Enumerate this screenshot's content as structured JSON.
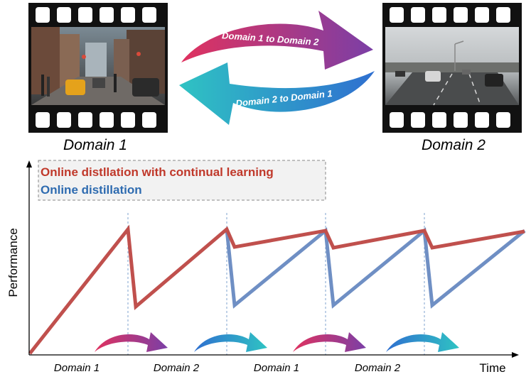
{
  "top": {
    "domain1_caption": "Domain 1",
    "domain2_caption": "Domain 2",
    "arrow_forward_label": "Domain 1 to Domain 2",
    "arrow_backward_label": "Domain 2 to Domain 1"
  },
  "chart": {
    "legend": {
      "continual_label": "Online distllation with continual learning",
      "online_label": "Online distillation"
    },
    "y_axis_label": "Performance",
    "x_axis_label": "Time",
    "segments": [
      "Domain 1",
      "Domain 2",
      "Domain 1",
      "Domain 2"
    ]
  },
  "colors": {
    "continual": "#c0504d",
    "online": "#6f8fc4",
    "pink": "#e0325f",
    "purple": "#7b3fa6",
    "blue": "#2f6fd0",
    "teal": "#2fc3c3"
  },
  "icons": {
    "film_frame": "film-strip-icon",
    "transfer_arrow": "curved-arrow-icon"
  }
}
